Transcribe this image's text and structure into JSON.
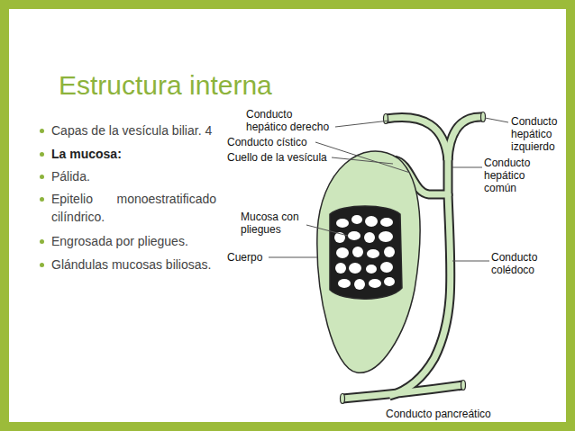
{
  "diagram": {
    "title": "Estructura interna",
    "labels": [
      "Capas de la vesícula biliar. 4",
      "La mucosa:",
      "Pálida.",
      "Epitelio monoestratificado cilíndrico.",
      "Engrosada por pliegues.",
      "Glándulas mucosas biliosas.",
      "Conducto hepático derecho",
      "Conducto cístico",
      "Cuello de la vesícula",
      "Mucosa con pliegues",
      "Cuerpo",
      "Conducto hepático izquierdo",
      "Conducto hepático común",
      "Conducto colédoco",
      "Conducto pancreático"
    ]
  }
}
